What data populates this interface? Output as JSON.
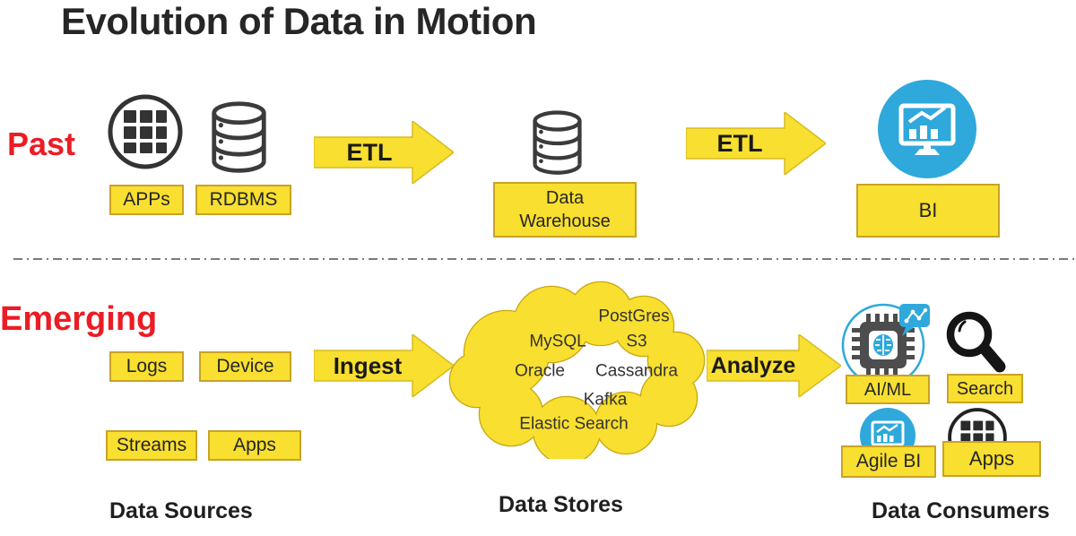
{
  "title": "Evolution of Data in Motion",
  "colors": {
    "yellow": "#F8DF30",
    "yellow_border": "#C9A227",
    "red": "#EC1C24",
    "blue": "#2FA8DC",
    "dark": "#3B3B3B"
  },
  "past": {
    "era_label": "Past",
    "source_labels": [
      "APPs",
      "RDBMS"
    ],
    "etl_arrow_1": "ETL",
    "etl_arrow_2": "ETL",
    "warehouse_line1": "Data",
    "warehouse_line2": "Warehouse",
    "bi_label": "BI"
  },
  "emerging": {
    "era_label": "Emerging",
    "source_labels": [
      "Logs",
      "Device",
      "Streams",
      "Apps"
    ],
    "ingest_arrow": "Ingest",
    "analyze_arrow": "Analyze",
    "cloud_items": [
      "PostGres",
      "MySQL",
      "S3",
      "Oracle",
      "Cassandra",
      "Kafka",
      "Elastic Search"
    ],
    "consumer_labels": [
      "AI/ML",
      "Search",
      "Agile BI",
      "Apps"
    ]
  },
  "columns": {
    "sources": "Data Sources",
    "stores": "Data Stores",
    "consumers": "Data Consumers"
  },
  "icons": {
    "apps": "app-grid-icon",
    "rdbms": "database-icon",
    "warehouse": "database-icon",
    "bi": "bi-monitor-icon",
    "aiml": "ai-chip-icon",
    "search": "magnifier-icon",
    "agile_bi": "bi-monitor-icon",
    "consumer_apps": "app-grid-icon"
  }
}
